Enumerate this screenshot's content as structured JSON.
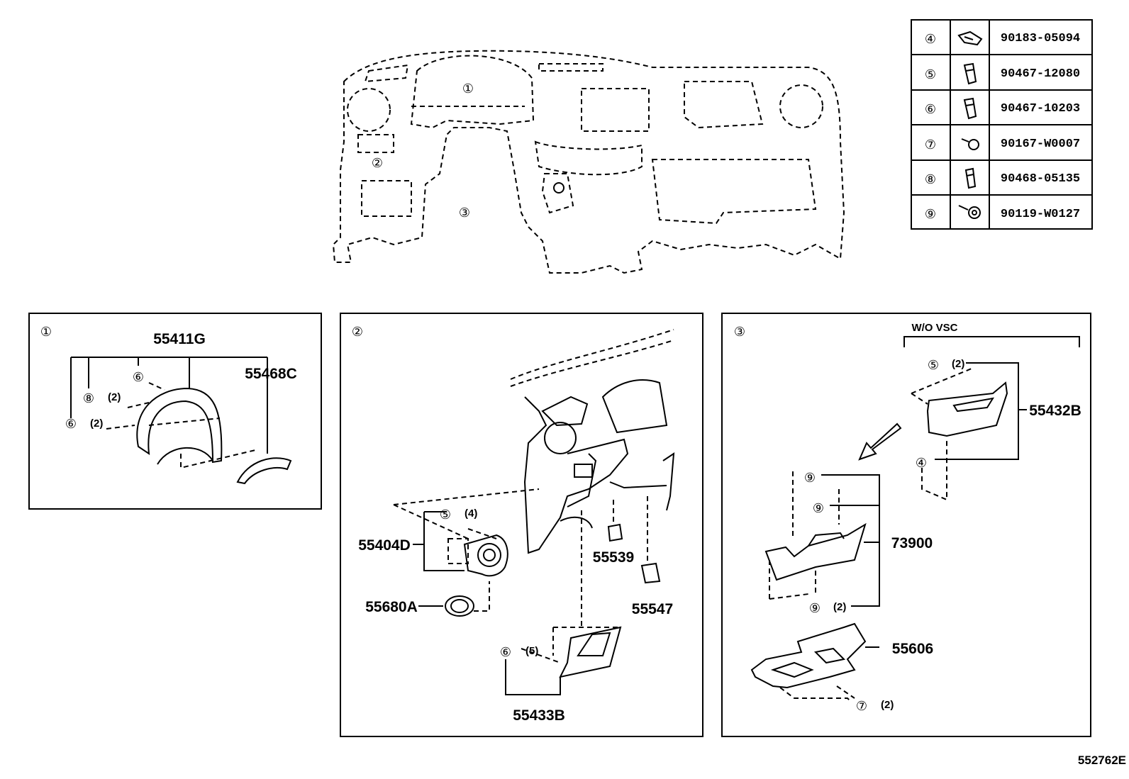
{
  "overview": {
    "callouts": [
      "①",
      "②",
      "③"
    ]
  },
  "table": {
    "rows": [
      {
        "no": "④",
        "icon": "clip-nut-icon",
        "part": "90183-05094"
      },
      {
        "no": "⑤",
        "icon": "clip-icon",
        "part": "90467-12080"
      },
      {
        "no": "⑥",
        "icon": "clip-icon",
        "part": "90467-10203"
      },
      {
        "no": "⑦",
        "icon": "screw-icon",
        "part": "90167-W0007"
      },
      {
        "no": "⑧",
        "icon": "clip-icon",
        "part": "90468-05135"
      },
      {
        "no": "⑨",
        "icon": "bolt-icon",
        "part": "90119-W0127"
      }
    ]
  },
  "panel1": {
    "no": "①",
    "parts": {
      "cluster": "55411G",
      "trim": "55468C"
    },
    "callouts": [
      {
        "no": "⑥",
        "qty": ""
      },
      {
        "no": "⑧",
        "qty": "(2)"
      },
      {
        "no": "⑥",
        "qty": "(2)"
      }
    ]
  },
  "panel2": {
    "no": "②",
    "parts": {
      "vent": "55404D",
      "knob": "55680A",
      "clip": "55539",
      "bracket": "55547",
      "lower": "55433B"
    },
    "callouts": [
      {
        "no": "⑤",
        "qty": "(4)"
      },
      {
        "no": "⑥",
        "qty": "(5)"
      }
    ]
  },
  "panel3": {
    "no": "③",
    "variant": "W/O VSC",
    "parts": {
      "cover": "55432B",
      "tray": "73900",
      "brace": "55606"
    },
    "callouts": [
      {
        "no": "⑤",
        "qty": "(2)"
      },
      {
        "no": "④",
        "qty": ""
      },
      {
        "no": "⑨",
        "qty": ""
      },
      {
        "no": "⑨",
        "qty": ""
      },
      {
        "no": "⑨",
        "qty": "(2)"
      },
      {
        "no": "⑦",
        "qty": "(2)"
      }
    ]
  },
  "footer": {
    "code": "552762E"
  }
}
